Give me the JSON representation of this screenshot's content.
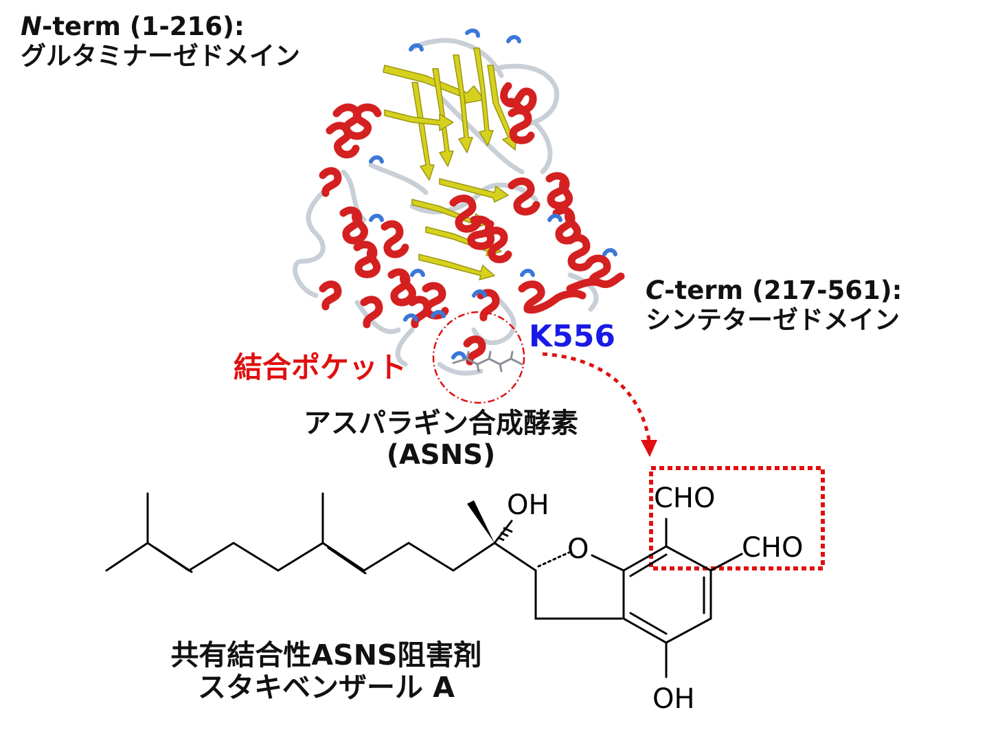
{
  "domain": "Diagram",
  "labels": {
    "n_term_prefix": "N",
    "n_term_rest": "-term (1-216):",
    "n_term_domain": "グルタミナーゼドメイン",
    "c_term_prefix": "C",
    "c_term_rest": "-term (217-561):",
    "c_term_domain": "シンテターゼドメイン",
    "residue": "K556",
    "binding_pocket": "結合ポケット",
    "enzyme_name": "アスパラギン合成酵素",
    "enzyme_abbr": "(ASNS)",
    "inhibitor_class": "共有結合性ASNS阻害剤",
    "inhibitor_name": "スタキベンザール A"
  },
  "molecule": {
    "atoms": {
      "oh_top": "OH",
      "ring_o": "O",
      "cho_1": "CHO",
      "cho_2": "CHO",
      "oh_bottom": "OH"
    }
  },
  "colors": {
    "helix": "#d42020",
    "sheet": "#d6d11e",
    "turn": "#3a78d8",
    "coil": "#c9cfd6",
    "highlight_red": "#e01010",
    "residue_blue": "#1a1ae6"
  },
  "icons": {
    "protein": "protein-ribbon-structure",
    "arrow": "dashed-curved-arrow",
    "pocket": "dashed-circle"
  }
}
